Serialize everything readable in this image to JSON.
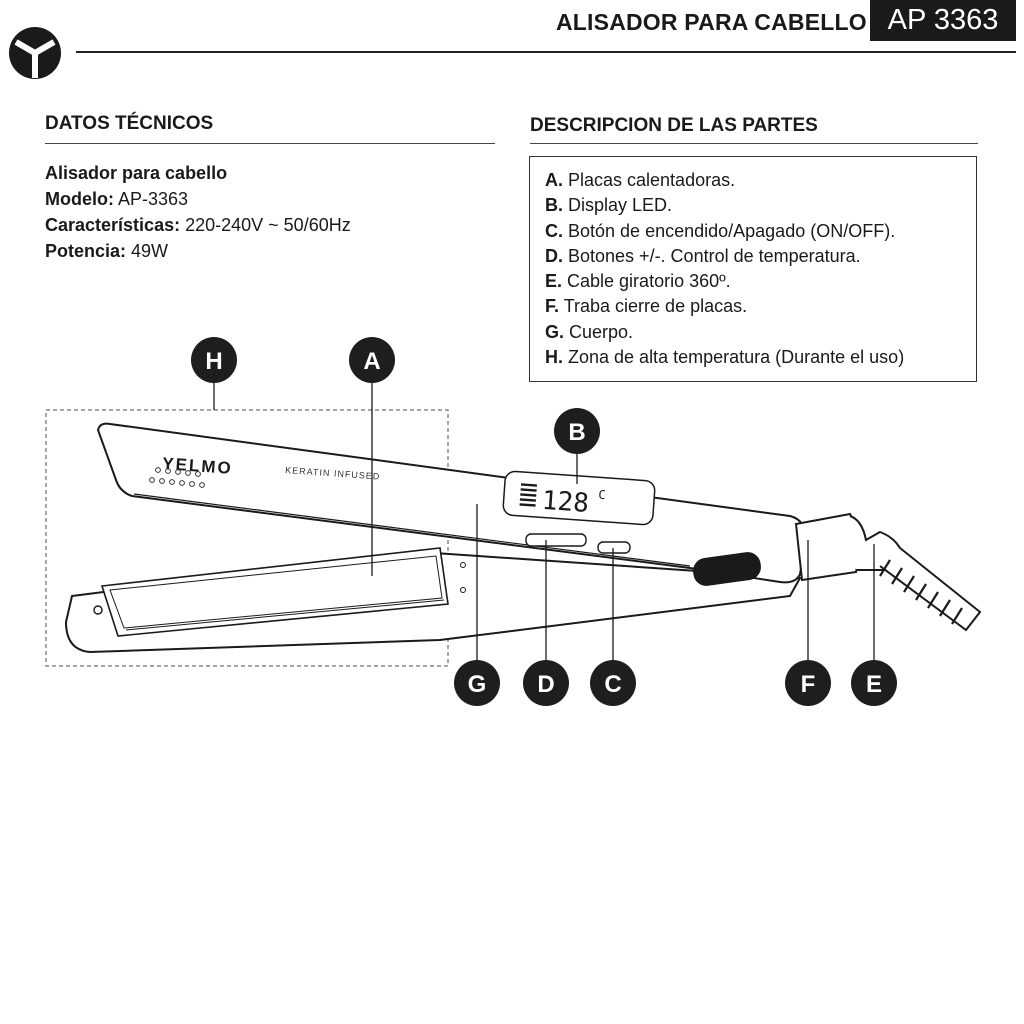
{
  "header": {
    "title": "ALISADOR PARA CABELLO",
    "model_badge": "AP 3363"
  },
  "technical_data": {
    "title": "DATOS TÉCNICOS",
    "product": "Alisador para cabello",
    "rows": [
      {
        "label": "Modelo:",
        "value": " AP-3363"
      },
      {
        "label": "Características:",
        "value": " 220-240V ~ 50/60Hz"
      },
      {
        "label": "Potencia:",
        "value": " 49W"
      }
    ]
  },
  "parts": {
    "title": "DESCRIPCION DE LAS PARTES",
    "items": [
      {
        "letter": "A.",
        "text": " Placas calentadoras."
      },
      {
        "letter": "B.",
        "text": " Display LED."
      },
      {
        "letter": "C.",
        "text": " Botón de encendido/Apagado (ON/OFF)."
      },
      {
        "letter": "D.",
        "text": " Botones +/-. Control de temperatura."
      },
      {
        "letter": "E.",
        "text": " Cable giratorio 360º."
      },
      {
        "letter": "F.",
        "text": " Traba cierre de placas."
      },
      {
        "letter": "G.",
        "text": " Cuerpo."
      },
      {
        "letter": "H.",
        "text": " Zona de alta temperatura (Durante el uso)"
      }
    ]
  },
  "diagram": {
    "brand": "YELMO",
    "brand_sub": "KERATIN INFUSED",
    "display_value": "128",
    "display_unit": "C",
    "callouts": {
      "H": "H",
      "A": "A",
      "B": "B",
      "G": "G",
      "D": "D",
      "C": "C",
      "F": "F",
      "E": "E"
    }
  },
  "icons": {
    "logo": "yelmo-logo-icon"
  },
  "colors": {
    "ink": "#1a1a1a",
    "paper": "#ffffff"
  }
}
